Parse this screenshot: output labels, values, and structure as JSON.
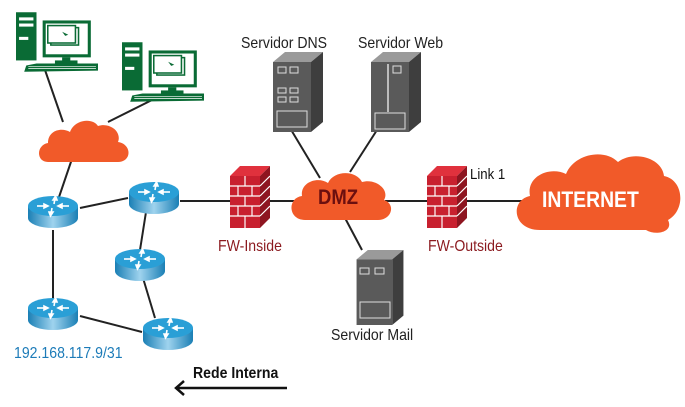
{
  "colors": {
    "cloud": "#f15a29",
    "firewall": "#c8202f",
    "firewall_label": "#8b1a1f",
    "router": "#2a9fd6",
    "pc": "#0a6b35",
    "server": "#5a5a5a",
    "ip_label": "#1c7bb8",
    "dmz_text": "#6b0f0f",
    "internet_text": "#ffffff",
    "line": "#222222"
  },
  "labels": {
    "dns_server": "Servidor DNS",
    "web_server": "Servidor Web",
    "mail_server": "Servidor Mail",
    "fw_inside": "FW-Inside",
    "fw_outside": "FW-Outside",
    "dmz": "DMZ",
    "internet": "INTERNET",
    "link": "Link 1",
    "ip_address": "192.168.117.9/31",
    "internal_network": "Rede Interna"
  },
  "nodes": [
    {
      "id": "pc1",
      "type": "workstation"
    },
    {
      "id": "pc2",
      "type": "workstation"
    },
    {
      "id": "lan-cloud",
      "type": "cloud"
    },
    {
      "id": "router-a",
      "type": "router"
    },
    {
      "id": "router-b",
      "type": "router"
    },
    {
      "id": "router-c",
      "type": "router"
    },
    {
      "id": "router-d",
      "type": "router"
    },
    {
      "id": "router-e",
      "type": "router"
    },
    {
      "id": "fw-inside",
      "type": "firewall"
    },
    {
      "id": "dmz-cloud",
      "type": "cloud"
    },
    {
      "id": "dns-server",
      "type": "server"
    },
    {
      "id": "web-server",
      "type": "server"
    },
    {
      "id": "mail-server",
      "type": "server"
    },
    {
      "id": "fw-outside",
      "type": "firewall"
    },
    {
      "id": "internet-cloud",
      "type": "cloud"
    }
  ],
  "edges": [
    [
      "pc1",
      "lan-cloud"
    ],
    [
      "pc2",
      "lan-cloud"
    ],
    [
      "lan-cloud",
      "router-a"
    ],
    [
      "router-a",
      "router-b"
    ],
    [
      "router-a",
      "router-d"
    ],
    [
      "router-b",
      "router-c"
    ],
    [
      "router-c",
      "router-e"
    ],
    [
      "router-d",
      "router-e"
    ],
    [
      "router-b",
      "fw-inside"
    ],
    [
      "fw-inside",
      "dmz-cloud"
    ],
    [
      "dmz-cloud",
      "dns-server"
    ],
    [
      "dmz-cloud",
      "web-server"
    ],
    [
      "dmz-cloud",
      "mail-server"
    ],
    [
      "dmz-cloud",
      "fw-outside"
    ],
    [
      "fw-outside",
      "internet-cloud"
    ]
  ]
}
